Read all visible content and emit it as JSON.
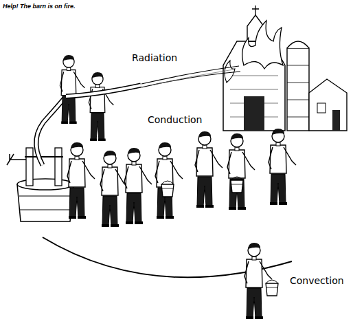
{
  "diagram": {
    "title": "Help! The barn is on fire.",
    "labels": [
      "Radiation",
      "Conduction",
      "Convection"
    ]
  }
}
